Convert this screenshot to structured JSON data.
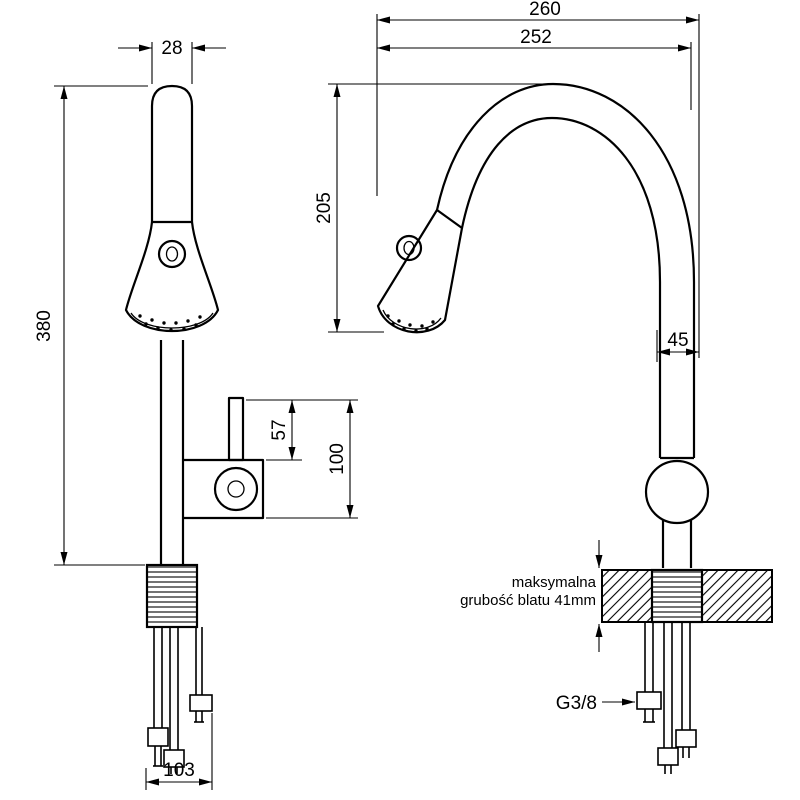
{
  "page": {
    "background": "#ffffff",
    "line_color": "#000000",
    "subject": "faucet-technical-drawing"
  },
  "front_view": {
    "dims": {
      "spout_head_width": "28",
      "total_height": "380",
      "handle_height": "57",
      "body_height": "100",
      "base_span": "103"
    }
  },
  "side_view": {
    "dims": {
      "overall_depth": "260",
      "spout_reach": "252",
      "spout_height": "205",
      "body_depth": "45"
    },
    "labels": {
      "counter_note_line1": "maksymalna",
      "counter_note_line2": "grubość blatu 41mm",
      "thread_size": "G3/8"
    }
  }
}
